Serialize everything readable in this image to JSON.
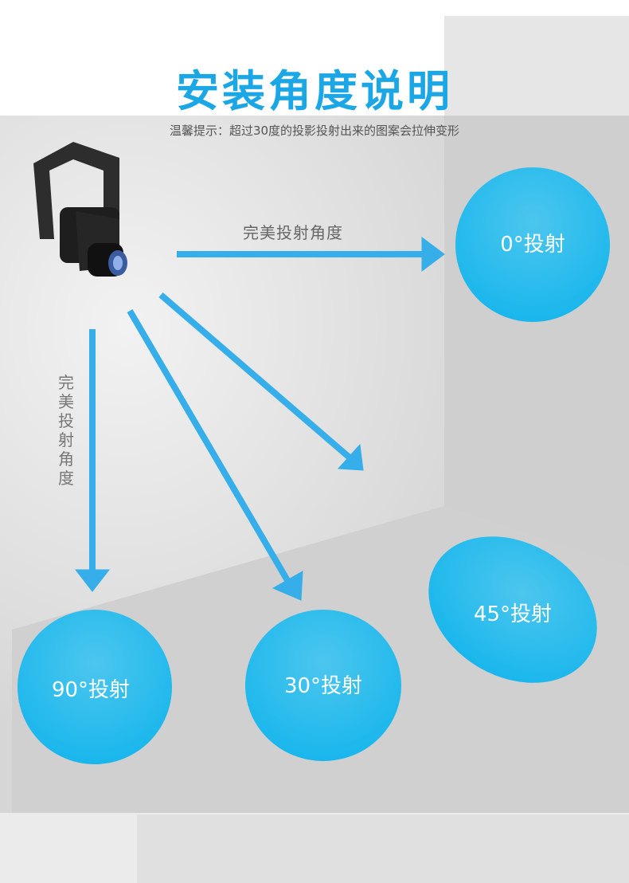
{
  "header": {
    "title": "安装角度说明",
    "hint": "温馨提示：超过30度的投影投射出来的图案会拉伸变形"
  },
  "labels": {
    "perfect_angle_horizontal": "完美投射角度",
    "perfect_angle_vertical": "完美投射角度"
  },
  "spots": {
    "deg0": "0°投射",
    "deg45": "45°投射",
    "deg90": "90°投射",
    "deg30": "30°投射"
  },
  "colors": {
    "accent": "#1ba7e6",
    "arrow": "#35aee9",
    "spot": "#1ab8ea"
  }
}
